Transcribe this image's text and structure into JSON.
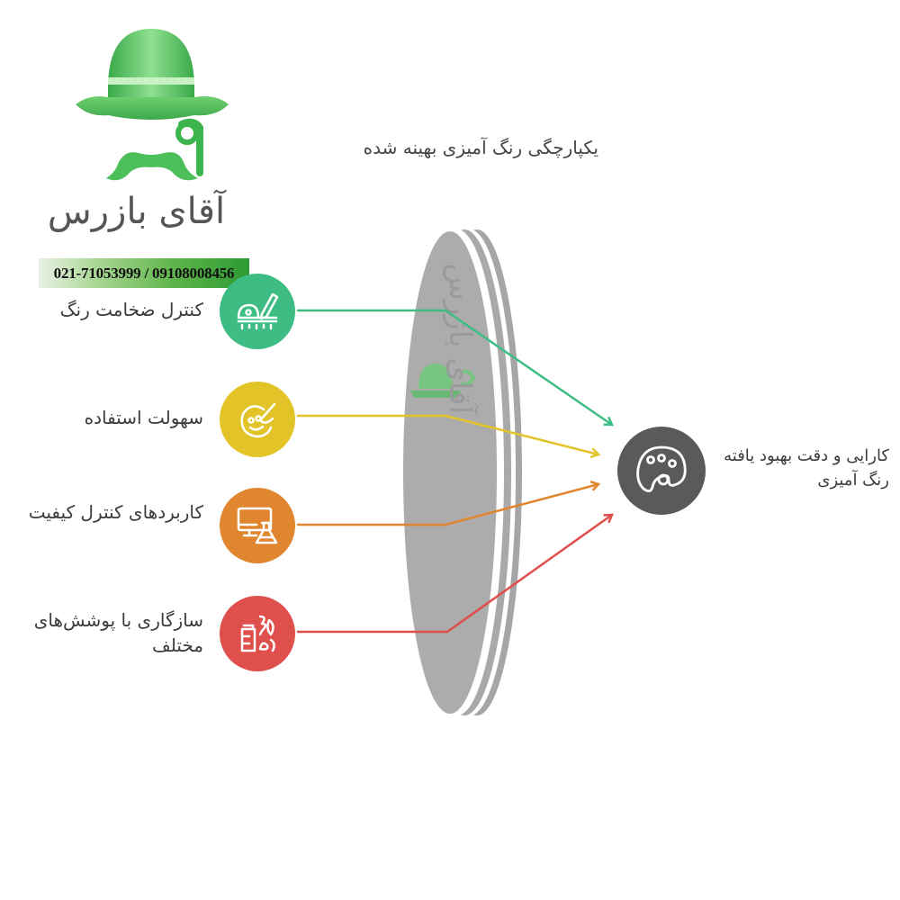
{
  "brand": {
    "name": "آقای بازرس",
    "phone": "021-71053999 / 09108008456",
    "logo_icon": "bowler-hat-mustache-monocle-logo",
    "colors": {
      "logo_green": "#4cbf5b",
      "text_gray": "#555555"
    }
  },
  "diagram": {
    "title": "یکپارچگی رنگ آمیزی بهینه شده",
    "lens": {
      "color": "#a8a8a8",
      "watermark": "آقای بازرس"
    },
    "inputs": [
      {
        "label": "کنترل ضخامت رنگ",
        "icon": "ruler-pencil-icon",
        "color": "#3dbd84"
      },
      {
        "label": "سهولت استفاده",
        "icon": "smiley-brush-icon",
        "color": "#e3c428"
      },
      {
        "label": "کاربردهای کنترل کیفیت",
        "icon": "monitor-flask-icon",
        "color": "#e0862e"
      },
      {
        "label": "سازگاری با پوشش‌های مختلف",
        "icon": "jar-leaf-icon",
        "color": "#df4f4c"
      }
    ],
    "output": {
      "label": "کارایی و دقت بهبود یافته رنگ آمیزی",
      "icon": "palette-icon",
      "color": "#5a5a5a"
    }
  }
}
